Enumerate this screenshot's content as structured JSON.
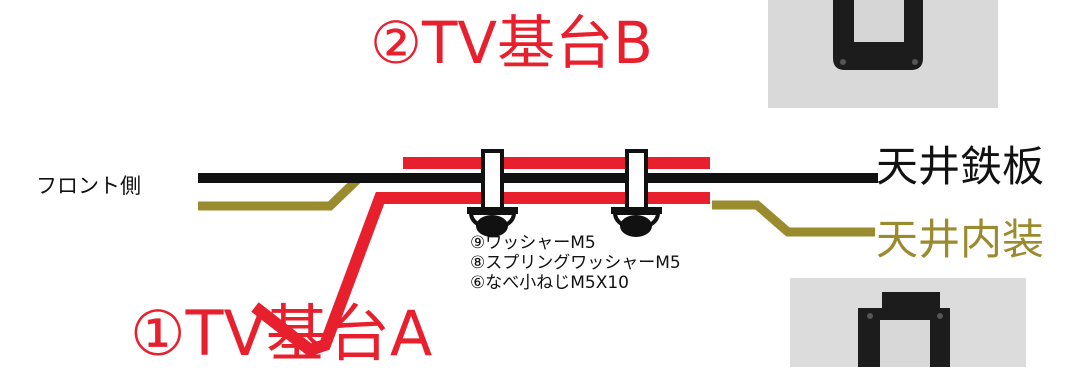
{
  "titles": {
    "base_b": "②TV基台B",
    "base_a": "①TV基台A"
  },
  "labels": {
    "front_side": "フロント側",
    "ceiling_plate": "天井鉄板",
    "ceiling_interior": "天井内装"
  },
  "parts": [
    "⑨ワッシャーM5",
    "⑧スプリングワッシャーM5",
    "⑥なべ小ねじM5X10"
  ],
  "colors": {
    "accent_red": "#e8202e",
    "steel_black": "#111111",
    "interior_olive": "#9a8b2e"
  }
}
